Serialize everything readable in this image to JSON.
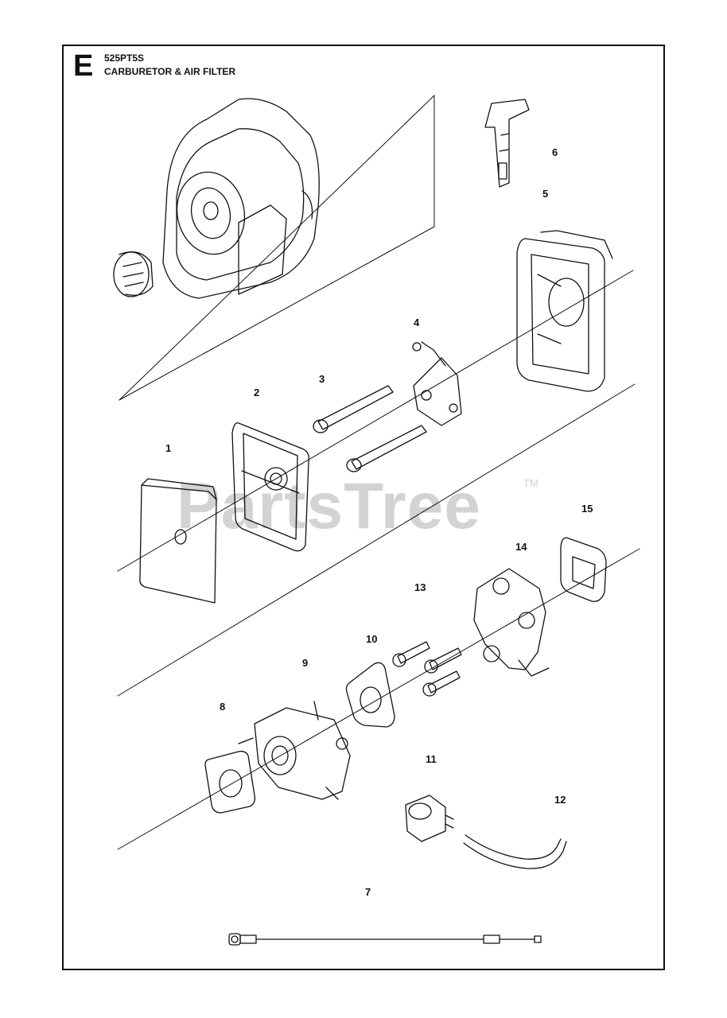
{
  "header": {
    "section_letter": "E",
    "model": "525PT5S",
    "title": "CARBURETOR & AIR FILTER"
  },
  "watermark": {
    "text": "PartsTree",
    "trademark": "TM"
  },
  "callouts": [
    "1",
    "2",
    "3",
    "4",
    "5",
    "6",
    "7",
    "8",
    "9",
    "10",
    "11",
    "12",
    "13",
    "14",
    "15"
  ],
  "colors": {
    "ink": "#111111",
    "watermark": "#d3d3d3",
    "background": "#ffffff"
  }
}
